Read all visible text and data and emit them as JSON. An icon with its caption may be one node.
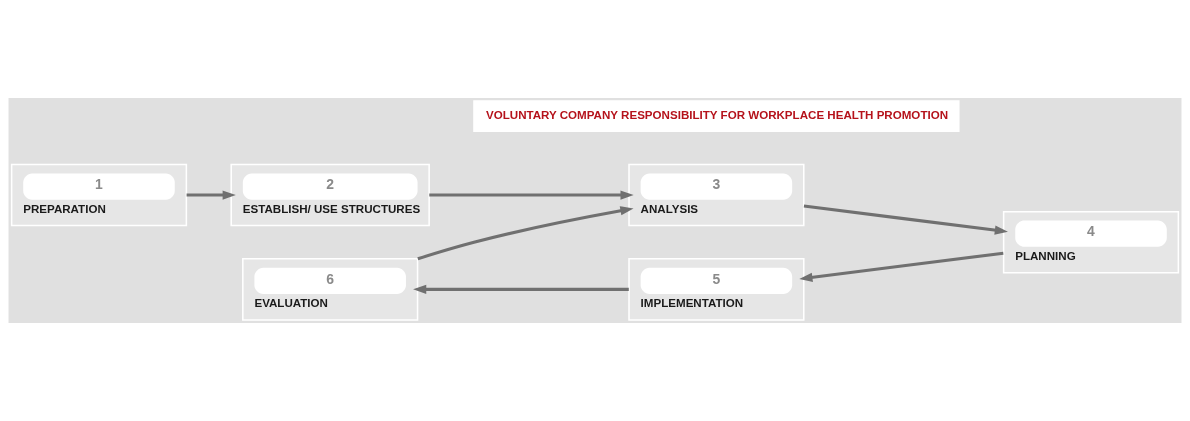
{
  "diagram": {
    "nodes": [
      {
        "text": [
          "1",
          "PREPARATION"
        ]
      },
      {
        "text": [
          "2",
          "ESTABLISH/ USE STRUCTURES"
        ]
      },
      {
        "text": [
          "3",
          "ANALYSIS"
        ]
      },
      {
        "text": [
          "4",
          "PLANNING"
        ]
      },
      {
        "text": [
          "5",
          "IMPLEMENTATION"
        ]
      },
      {
        "text": [
          "6",
          "EVALUATION"
        ]
      },
      {
        "text": [
          "VOLUNTARY COMPANY RESPONSIBILITY FOR WORKPLACE HEALTH PROMOTION"
        ]
      }
    ],
    "edges": [
      {
        "from": 0,
        "to": 1,
        "arrow": "to"
      },
      {
        "from": 1,
        "to": 2,
        "arrow": "to"
      },
      {
        "from": 2,
        "to": 3,
        "arrow": "to"
      },
      {
        "from": 3,
        "to": 4,
        "arrow": "to"
      },
      {
        "from": 4,
        "to": 5,
        "arrow": "to"
      },
      {
        "from": 5,
        "to": 2,
        "arrow": "to"
      }
    ]
  }
}
